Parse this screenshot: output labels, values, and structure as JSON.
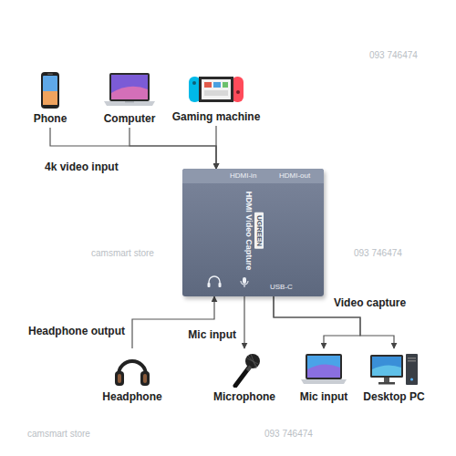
{
  "diagram": {
    "nodes": [
      {
        "text": [
          "Phone"
        ]
      },
      {
        "text": [
          "Computer"
        ]
      },
      {
        "text": [
          "Gaming machine"
        ]
      },
      {
        "text": [
          "HDMI-in",
          "HDMI-out",
          "UGREEN",
          "HDMI Video Capture",
          "USB-C"
        ]
      },
      {
        "text": [
          "Headphone"
        ]
      },
      {
        "text": [
          "Microphone"
        ]
      },
      {
        "text": [
          "Mic input"
        ]
      },
      {
        "text": [
          "Desktop PC"
        ]
      }
    ],
    "edges": [
      {
        "from": 0,
        "to": 3,
        "arrow": "to"
      },
      {
        "from": 1,
        "to": 3,
        "arrow": "to",
        "label": "4k video input"
      },
      {
        "from": 2,
        "to": 3,
        "arrow": "to"
      },
      {
        "from": 4,
        "to": 3,
        "arrow": "to",
        "label": "Headphone output"
      },
      {
        "from": 3,
        "to": 5,
        "arrow": "to",
        "label": "Mic input"
      },
      {
        "from": 3,
        "to": 6,
        "arrow": "to",
        "label": "Video capture"
      },
      {
        "from": 3,
        "to": 7,
        "arrow": "to"
      }
    ],
    "labels": [
      "093 746474",
      "camsmart store",
      "093 746474",
      "camsmart store",
      "093 746474"
    ]
  }
}
